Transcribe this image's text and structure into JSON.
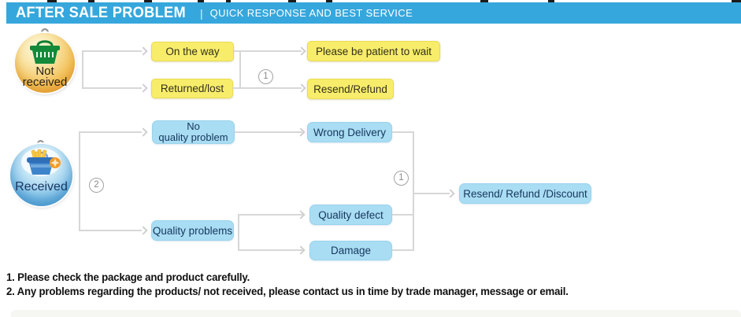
{
  "banner": {
    "title": "AFTER SALE PROBLEM",
    "separator": "|",
    "subtitle": "QUICK RESPONSE AND BEST SERVICE"
  },
  "sources": {
    "not_received": {
      "line1": "Not",
      "line2": "received",
      "icon": "green-shopping-basket-icon"
    },
    "received": {
      "label": "Received",
      "icon": "blue-shopping-basket-with-items-icon"
    }
  },
  "boxes": {
    "on_the_way": "On the way",
    "returned_lost": "Returned/lost",
    "be_patient": "Please be patient to wait",
    "resend_refund": "Resend/Refund",
    "no_quality_problem_line1": "No",
    "no_quality_problem_line2": "quality problem",
    "quality_problems": "Quality problems",
    "wrong_delivery": "Wrong Delivery",
    "quality_defect": "Quality defect",
    "damage": "Damage",
    "resend_refund_discount": "Resend/ Refund /Discount"
  },
  "badges": {
    "not_received_branch": "1",
    "received_branch": "2",
    "received_merge": "1"
  },
  "notes": [
    "1. Please check the package and product carefully.",
    "2. Any problems regarding the products/ not received, please contact us in time by trade manager, message or email."
  ],
  "colors": {
    "banner_bg": "#36A7DC",
    "yellow_box": "#F8ED6B",
    "blue_box": "#A9DDF3",
    "connector": "#D7D7D7",
    "navy_text": "#16365D",
    "gold_circle": "#F3C35E",
    "blue_circle": "#7ABEE6"
  }
}
